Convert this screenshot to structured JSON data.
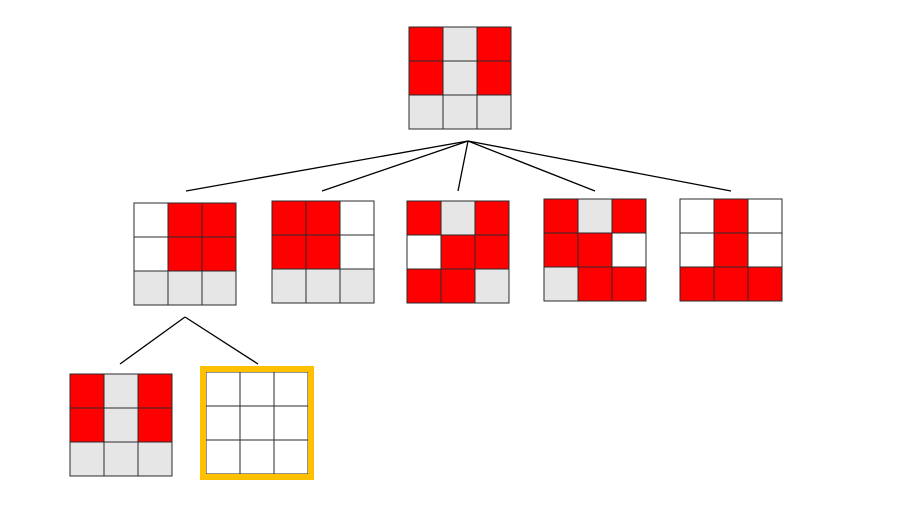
{
  "colors": {
    "red": "#ff0000",
    "gray": "#e6e6e6",
    "white": "#ffffff",
    "highlight": "#ffc000"
  },
  "tree": {
    "root": {
      "grid": [
        [
          "red",
          "gray",
          "red"
        ],
        [
          "red",
          "gray",
          "red"
        ],
        [
          "gray",
          "gray",
          "gray"
        ]
      ]
    },
    "level1": [
      {
        "grid": [
          [
            "white",
            "red",
            "red"
          ],
          [
            "white",
            "red",
            "red"
          ],
          [
            "gray",
            "gray",
            "gray"
          ]
        ]
      },
      {
        "grid": [
          [
            "red",
            "red",
            "white"
          ],
          [
            "red",
            "red",
            "white"
          ],
          [
            "gray",
            "gray",
            "gray"
          ]
        ]
      },
      {
        "grid": [
          [
            "red",
            "gray",
            "red"
          ],
          [
            "white",
            "red",
            "red"
          ],
          [
            "red",
            "red",
            "gray"
          ]
        ]
      },
      {
        "grid": [
          [
            "red",
            "gray",
            "red"
          ],
          [
            "red",
            "red",
            "white"
          ],
          [
            "gray",
            "red",
            "red"
          ]
        ]
      },
      {
        "grid": [
          [
            "white",
            "red",
            "white"
          ],
          [
            "white",
            "red",
            "white"
          ],
          [
            "red",
            "red",
            "red"
          ]
        ]
      }
    ],
    "level2": [
      {
        "grid": [
          [
            "red",
            "gray",
            "red"
          ],
          [
            "red",
            "gray",
            "red"
          ],
          [
            "gray",
            "gray",
            "gray"
          ]
        ],
        "highlighted": false
      },
      {
        "grid": [
          [
            "white",
            "white",
            "white"
          ],
          [
            "white",
            "white",
            "white"
          ],
          [
            "white",
            "white",
            "white"
          ]
        ],
        "highlighted": true
      }
    ]
  }
}
